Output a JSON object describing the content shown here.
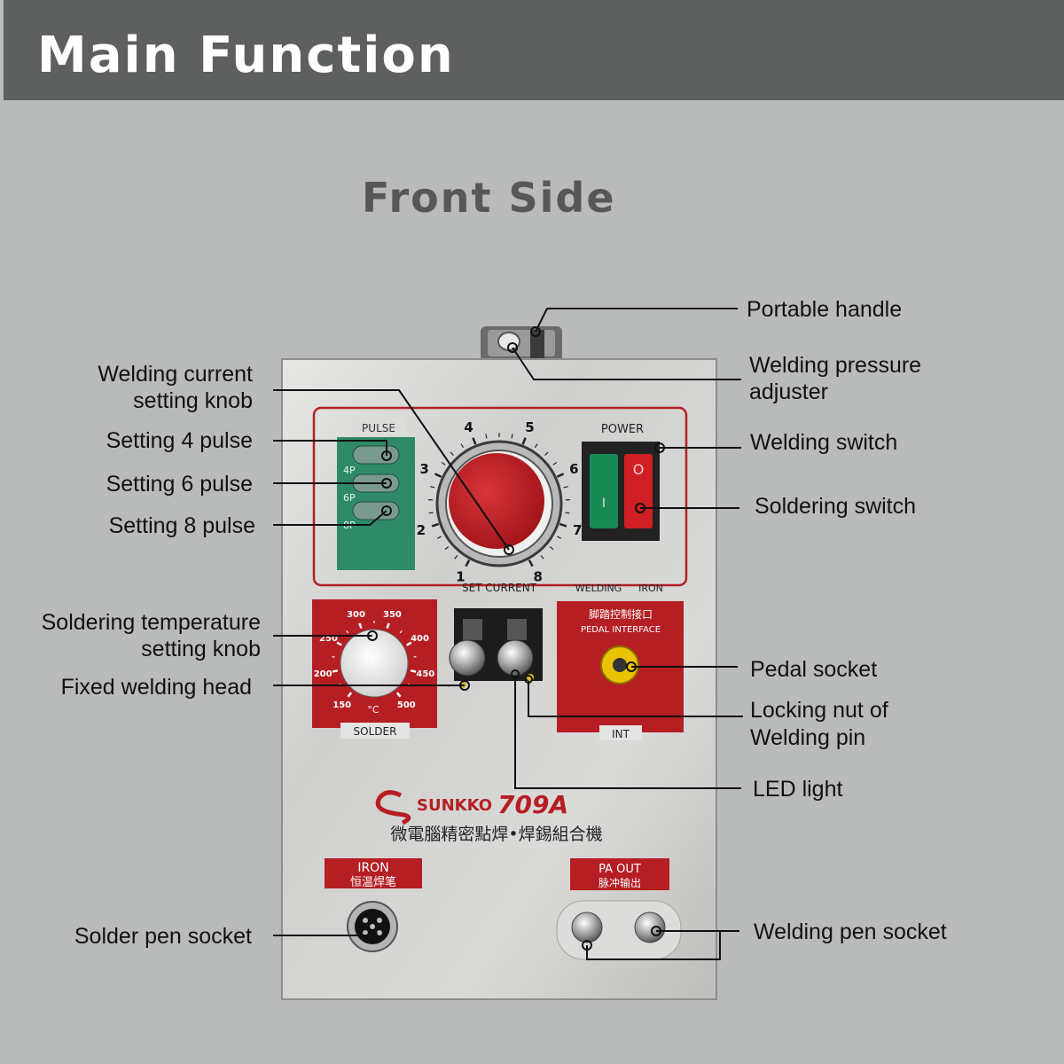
{
  "header": {
    "title": "Main Function"
  },
  "subtitle": "Front  Side",
  "labels": {
    "portable_handle": "Portable handle",
    "welding_pressure_1": "Welding pressure",
    "welding_pressure_2": "adjuster",
    "welding_switch": "Welding switch",
    "soldering_switch": "Soldering switch",
    "pedal_socket": "Pedal socket",
    "locking_nut_1": "Locking nut of",
    "locking_nut_2": "Welding pin",
    "led_light": "LED light",
    "welding_pen_socket": "Welding pen socket",
    "welding_current_1": "Welding current",
    "welding_current_2": "setting knob",
    "pulse4": "Setting 4 pulse",
    "pulse6": "Setting 6 pulse",
    "pulse8": "Setting 8 pulse",
    "solder_temp_1": "Soldering  temperature",
    "solder_temp_2": "setting knob",
    "fixed_head": "Fixed welding head",
    "solder_pen_socket": "Solder pen socket"
  },
  "device": {
    "pulse_title": "PULSE",
    "pulse_4p": "4P",
    "pulse_6p": "6P",
    "pulse_8p": "8P",
    "dial_numbers": [
      "1",
      "2",
      "3",
      "4",
      "5",
      "6",
      "7",
      "8"
    ],
    "set_current": "SET CURRENT",
    "power": "POWER",
    "welding": "WELDING",
    "iron": "IRON",
    "temp_numbers": [
      "150",
      "200",
      "250",
      "300",
      "350",
      "400",
      "450",
      "500"
    ],
    "deg_c": "°C",
    "solder": "SOLDER",
    "pedal_cn": "脚踏控制接口",
    "pedal_en": "PEDAL  INTERFACE",
    "int": "INT",
    "brand": "SUNKKO",
    "model": "709A",
    "chinese_desc": "微電腦精密點焊•焊錫組合機",
    "iron_label": "IRON",
    "iron_cn": "恒温焊笔",
    "pa_out": "PA   OUT",
    "pulse_out_cn": "脉冲输出",
    "switch_on": "I",
    "switch_off": "O"
  }
}
